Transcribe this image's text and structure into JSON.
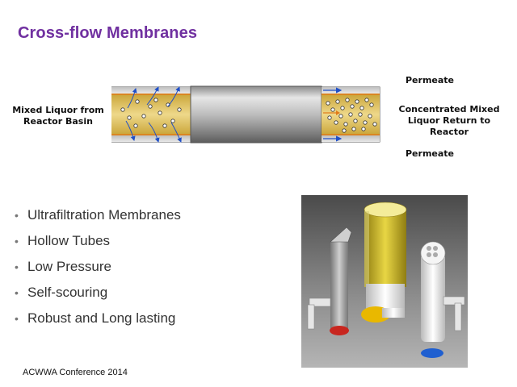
{
  "slide": {
    "title": "Cross-flow Membranes",
    "diagram": {
      "inlet_label": "Mixed Liquor from\nReactor Basin",
      "permeate_top": "Permeate",
      "permeate_bottom": "Permeate",
      "outlet_label": "Concentrated Mixed\nLiquor Return to\nReactor"
    },
    "bullets": [
      "Ultrafiltration Membranes",
      "Hollow Tubes",
      "Low Pressure",
      "Self-scouring",
      "Robust and Long lasting"
    ],
    "footer": "ACWWA Conference 2014"
  }
}
